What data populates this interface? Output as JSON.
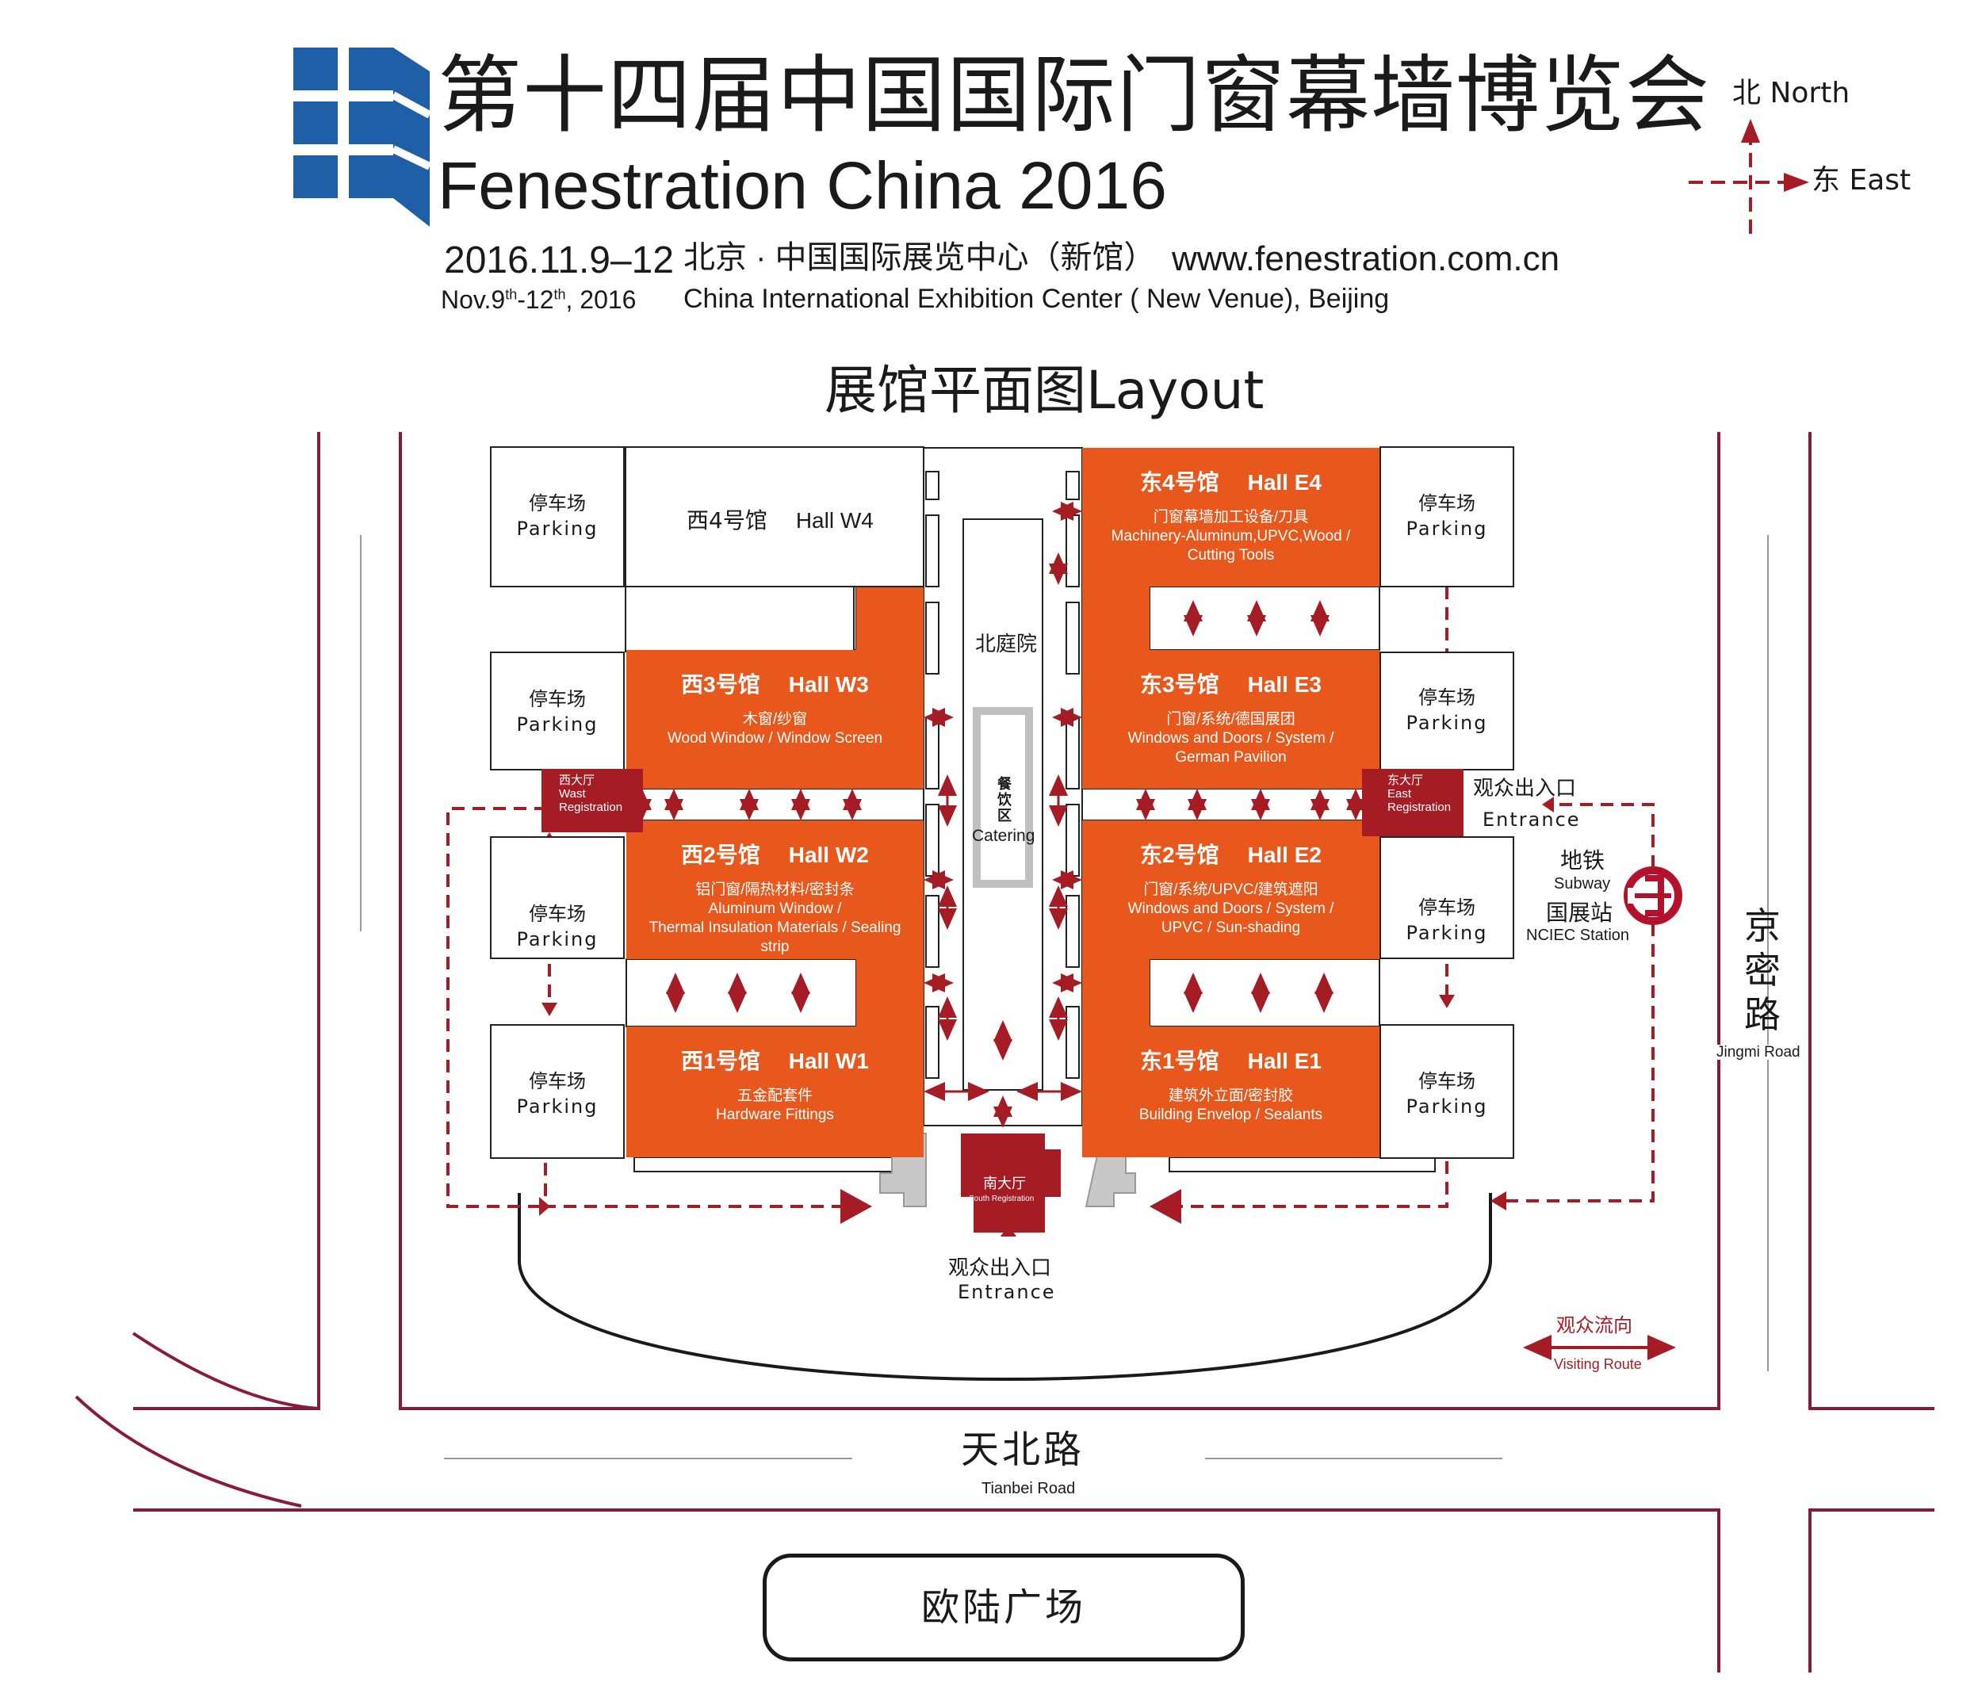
{
  "header": {
    "title_cn": "第十四届中国国际门窗幕墙博览会",
    "title_en": "Fenestration China 2016",
    "date_cn": "2016.11.9–12",
    "venue_cn": "北京 · 中国国际展览中心（新馆）",
    "website": "www.fenestration.com.cn",
    "date_en_prefix": "Nov.9",
    "date_en_sup1": "th",
    "date_en_mid": "-12",
    "date_en_sup2": "th",
    "date_en_suffix": ", 2016",
    "venue_en": "China International Exhibition Center ( New Venue), Beijing"
  },
  "compass": {
    "north": "北 North",
    "east": "东 East"
  },
  "layout_title": "展馆平面图Layout",
  "halls": {
    "w4": {
      "cn": "西4号馆",
      "en": "Hall W4"
    },
    "w3": {
      "cn": "西3号馆",
      "en": "Hall W3",
      "desc": "木窗/纱窗\nWood Window / Window Screen"
    },
    "w2": {
      "cn": "西2号馆",
      "en": "Hall W2",
      "desc": "铝门窗/隔热材料/密封条\nAluminum Window /\nThermal Insulation Materials / Sealing strip"
    },
    "w1": {
      "cn": "西1号馆",
      "en": "Hall W1",
      "desc": "五金配套件\nHardware Fittings"
    },
    "e4": {
      "cn": "东4号馆",
      "en": "Hall E4",
      "desc": "门窗幕墙加工设备/刀具\nMachinery-Aluminum,UPVC,Wood /\nCutting Tools"
    },
    "e3": {
      "cn": "东3号馆",
      "en": "Hall E3",
      "desc": "门窗/系统/德国展团\nWindows and Doors / System /\nGerman Pavilion"
    },
    "e2": {
      "cn": "东2号馆",
      "en": "Hall E2",
      "desc": "门窗/系统/UPVC/建筑遮阳\nWindows and Doors / System /\nUPVC / Sun-shading"
    },
    "e1": {
      "cn": "东1号馆",
      "en": "Hall E1",
      "desc": "建筑外立面/密封胶\nBuilding Envelop / Sealants"
    }
  },
  "parking": {
    "cn": "停车场",
    "en": "Parking"
  },
  "courtyard": "北庭院",
  "catering": {
    "cn": "餐\n饮\n区",
    "en": "Catering"
  },
  "registration": {
    "west": "西大厅\nWast\nRegistration",
    "east": "东大厅\nEast\nRegistration",
    "south_cn": "南大厅",
    "south_en": "South Registration"
  },
  "entrance": {
    "cn": "观众出入口",
    "en": "Entrance"
  },
  "subway": {
    "cn1": "地铁",
    "en1": "Subway",
    "cn2": "国展站",
    "en2": "NCIEC Station"
  },
  "roads": {
    "jingmi_cn": "京\n密\n路",
    "jingmi_en": "Jingmi Road",
    "tianbei_cn": "天北路",
    "tianbei_en": "Tianbei Road"
  },
  "legend": {
    "cn": "观众流向",
    "en": "Visiting Route"
  },
  "plaza": "欧陆广场",
  "colors": {
    "hall": "#e8581c",
    "route": "#a51c24",
    "logo": "#1f5fa8",
    "road": "#8a1a3c"
  }
}
